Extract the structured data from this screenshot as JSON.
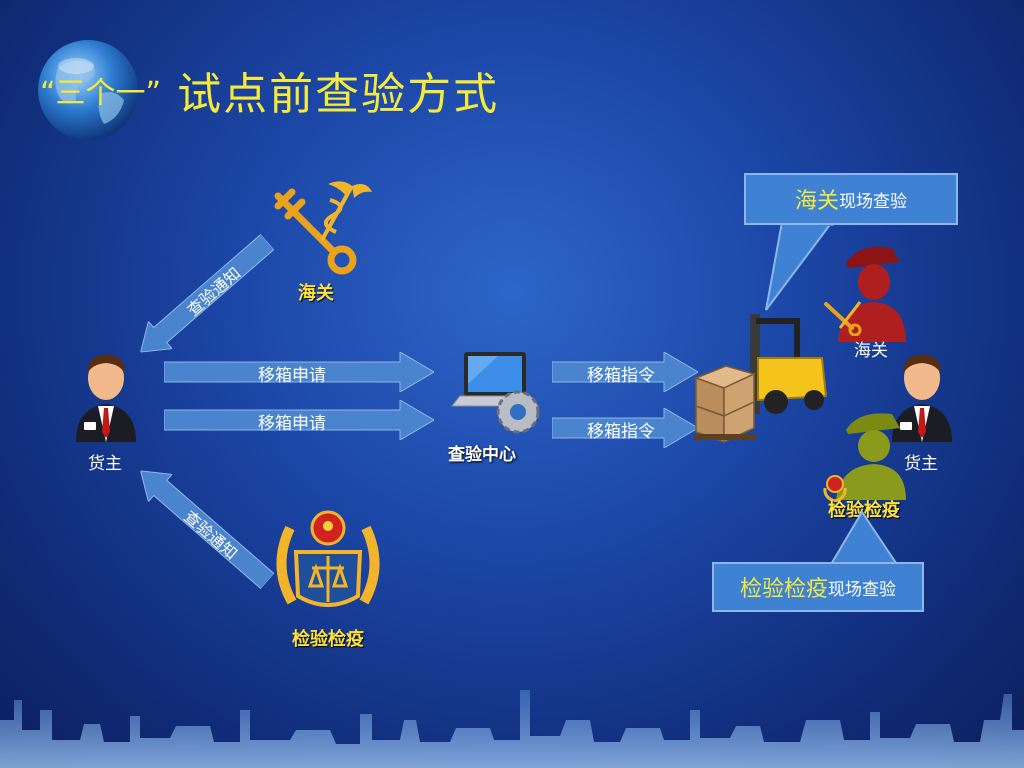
{
  "title": {
    "quote_open": "“",
    "quote_text": "三个一",
    "quote_close": "”",
    "main": "试点前查验方式"
  },
  "left_owner": {
    "label": "货主"
  },
  "right_owner": {
    "label": "货主"
  },
  "customs_logo": {
    "label": "海关",
    "icon": "caduceus-key-icon"
  },
  "inspection_logo": {
    "label": "检验检疫",
    "icon": "ciq-emblem-icon"
  },
  "notify_top": {
    "label": "查验通知"
  },
  "notify_bottom": {
    "label": "查验通知"
  },
  "apply_1": {
    "label": "移箱申请"
  },
  "apply_2": {
    "label": "移箱申请"
  },
  "center": {
    "label": "查验中心",
    "icon": "computer-gear-icon"
  },
  "command_1": {
    "label": "移箱指令"
  },
  "command_2": {
    "label": "移箱指令"
  },
  "customs_officer": {
    "label": "海关"
  },
  "inspection_officer": {
    "label": "检验检疫"
  },
  "callout_customs": {
    "highlight": "海关",
    "text": "现场查验"
  },
  "callout_inspection": {
    "highlight": "检验检疫",
    "text": "现场查验"
  },
  "colors": {
    "title": "#f5e93a",
    "arrow_fill": "#4a84cf",
    "callout_fill": "#3f82d4",
    "gold": "#ffe13c",
    "customs_officer": "#b01f1f",
    "inspection_officer": "#8a9a1c"
  }
}
